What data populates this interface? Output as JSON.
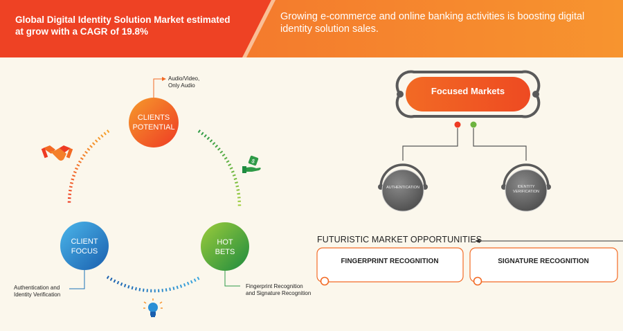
{
  "banner": {
    "left_text": "Global Digital Identity Solution Market estimated at grow with a CAGR of 19.8%",
    "right_text": "Growing e-commerce and online banking activities is boosting digital identity solution sales.",
    "colors": {
      "orange": "#f04e23",
      "light_orange": "#f7902f"
    }
  },
  "cycle": {
    "clients_potential": {
      "label_line1": "CLIENTS",
      "label_line2": "POTENTIAL",
      "callout": [
        "Audio/Video,",
        "Only Audio"
      ]
    },
    "client_focus": {
      "label_line1": "CLIENT",
      "label_line2": "FOCUS",
      "callout": [
        "Authentication and",
        "Identity Verification"
      ]
    },
    "hot_bets": {
      "label_line1": "HOT",
      "label_line2": "BETS",
      "callout": [
        "Fingerprint Recognition",
        "and Signature Recognition"
      ]
    },
    "icons": [
      "handshake-icon",
      "money-hand-icon",
      "lightbulb-icon"
    ],
    "colors": {
      "orange": "#f26a24",
      "blue": "#1b73b9",
      "green": "#2e9a46"
    }
  },
  "focused_markets": {
    "title": "Focused Markets",
    "left": {
      "line1": "AUTHENTICATION"
    },
    "right": {
      "line1": "IDENTITY",
      "line2": "VERIFICATION"
    }
  },
  "opportunities": {
    "title": "FUTURISTIC MARKET OPPORTUNITIES",
    "items": [
      "FINGERPRINT RECOGNITION",
      "SIGNATURE RECOGNITION"
    ]
  }
}
